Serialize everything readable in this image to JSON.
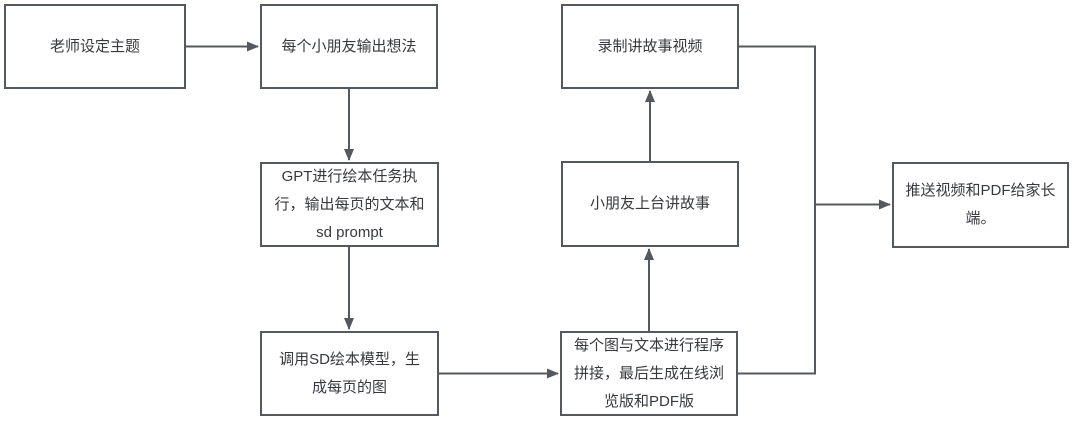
{
  "diagram": {
    "type": "flowchart",
    "nodes": [
      {
        "id": "teacher-theme",
        "label": "老师设定主题"
      },
      {
        "id": "kids-ideas",
        "label": "每个小朋友输出想法"
      },
      {
        "id": "gpt-task",
        "label": "GPT进行绘本任务执行，输出每页的文本和sd prompt"
      },
      {
        "id": "sd-model",
        "label": "调用SD绘本模型，生成每页的图"
      },
      {
        "id": "stitching",
        "label": "每个图与文本进行程序拼接，最后生成在线浏览版和PDF版"
      },
      {
        "id": "kids-telling",
        "label": "小朋友上台讲故事"
      },
      {
        "id": "recording",
        "label": "录制讲故事视频"
      },
      {
        "id": "push-parents",
        "label": "推送视频和PDF给家长端。"
      }
    ],
    "edges": [
      {
        "from": "teacher-theme",
        "to": "kids-ideas"
      },
      {
        "from": "kids-ideas",
        "to": "gpt-task"
      },
      {
        "from": "gpt-task",
        "to": "sd-model"
      },
      {
        "from": "sd-model",
        "to": "stitching"
      },
      {
        "from": "stitching",
        "to": "kids-telling"
      },
      {
        "from": "kids-telling",
        "to": "recording"
      },
      {
        "from": "recording",
        "to": "push-parents"
      },
      {
        "from": "stitching",
        "to": "push-parents"
      }
    ]
  },
  "colors": {
    "node_border": "#54595f",
    "connector": "#54595f",
    "text": "#37393c",
    "background": "#ffffff"
  }
}
